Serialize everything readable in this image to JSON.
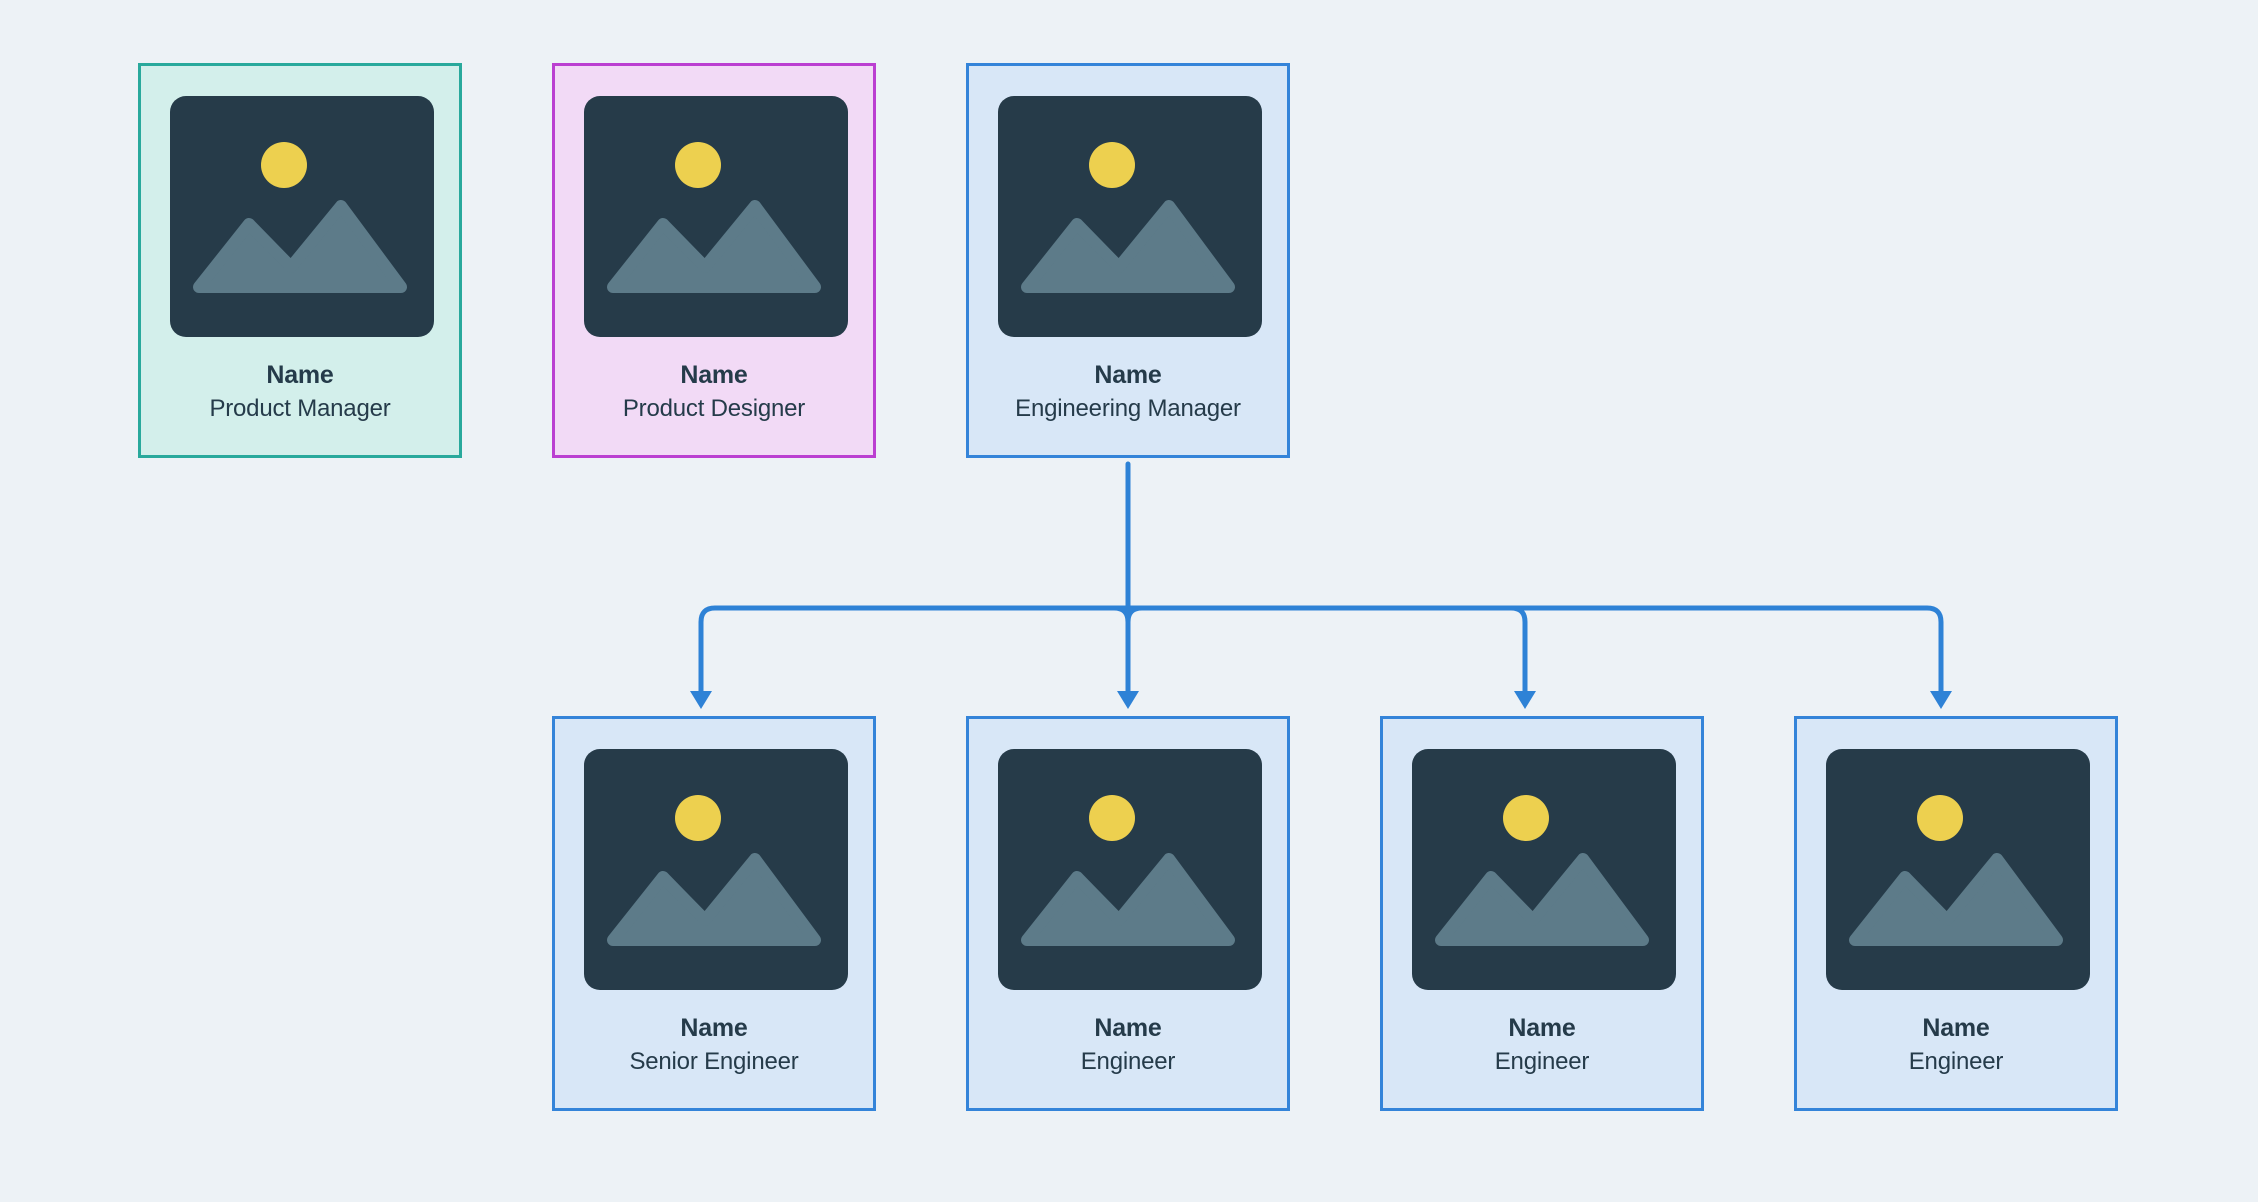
{
  "diagram": {
    "type": "org-chart",
    "background_color": "#edf2f6",
    "connector_color": "#2e82d6",
    "text_color": "#253b4a",
    "placeholder_icon": {
      "name": "image-placeholder-icon",
      "background": "#263b49",
      "sun": "#edd04f",
      "mountain": "#5d7b89"
    },
    "cards": [
      {
        "name": "Name",
        "role": "Product Manager",
        "border": "#29a99c",
        "fill": "#d3efeb"
      },
      {
        "name": "Name",
        "role": "Product Designer",
        "border": "#bb3fd1",
        "fill": "#f2daf6"
      },
      {
        "name": "Name",
        "role": "Engineering Manager",
        "border": "#3484d9",
        "fill": "#d8e7f7"
      },
      {
        "name": "Name",
        "role": "Senior Engineer",
        "border": "#3484d9",
        "fill": "#d8e7f7"
      },
      {
        "name": "Name",
        "role": "Engineer",
        "border": "#3484d9",
        "fill": "#d8e7f7"
      },
      {
        "name": "Name",
        "role": "Engineer",
        "border": "#3484d9",
        "fill": "#d8e7f7"
      },
      {
        "name": "Name",
        "role": "Engineer",
        "border": "#3484d9",
        "fill": "#d8e7f7"
      }
    ],
    "edges": [
      {
        "from": "Engineering Manager",
        "to": "Senior Engineer"
      },
      {
        "from": "Engineering Manager",
        "to": "Engineer"
      },
      {
        "from": "Engineering Manager",
        "to": "Engineer"
      },
      {
        "from": "Engineering Manager",
        "to": "Engineer"
      }
    ]
  }
}
